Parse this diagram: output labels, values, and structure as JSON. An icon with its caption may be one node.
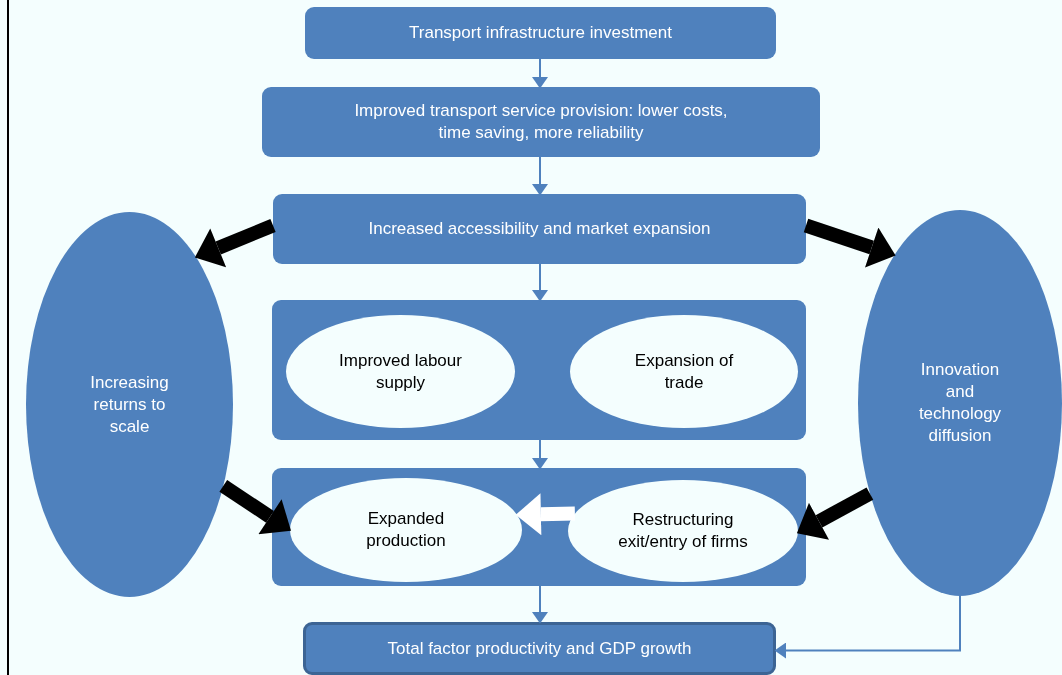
{
  "diagram": {
    "nodes": [
      {
        "text": [
          "Transport infrastructure investment"
        ]
      },
      {
        "text": [
          "Improved transport service provision: lower costs, time saving, more reliability"
        ]
      },
      {
        "text": [
          "Increased accessibility and market expansion"
        ]
      },
      {
        "text": [],
        "shape": "box"
      },
      {
        "text": [
          "Improved labour supply"
        ],
        "in": 3
      },
      {
        "text": [
          "Expansion of trade"
        ],
        "in": 3
      },
      {
        "text": [],
        "shape": "box"
      },
      {
        "text": [
          "Expanded production"
        ],
        "in": 6
      },
      {
        "text": [
          "Restructuring exit/entry of firms"
        ],
        "in": 6
      },
      {
        "text": [
          "Increasing returns to scale"
        ]
      },
      {
        "text": [
          "Innovation and technology diffusion"
        ]
      },
      {
        "text": [
          "Total factor productivity and GDP growth"
        ]
      }
    ],
    "edges": [
      {
        "from": 0,
        "to": 1,
        "arrow": "to"
      },
      {
        "from": 1,
        "to": 2,
        "arrow": "to"
      },
      {
        "from": 2,
        "to": 3,
        "arrow": "to"
      },
      {
        "from": 3,
        "to": 6,
        "arrow": "to"
      },
      {
        "from": 6,
        "to": 11,
        "arrow": "to"
      },
      {
        "from": 10,
        "to": 11,
        "arrow": "to"
      },
      {
        "from": 2,
        "to": 9,
        "arrow": "to",
        "style": "thick",
        "color": "#000000"
      },
      {
        "from": 2,
        "to": 10,
        "arrow": "to",
        "style": "thick",
        "color": "#000000"
      },
      {
        "from": 9,
        "to": 7,
        "arrow": "to",
        "style": "thick",
        "color": "#000000"
      },
      {
        "from": 10,
        "to": 8,
        "arrow": "to",
        "style": "thick",
        "color": "#000000"
      },
      {
        "from": 8,
        "to": 7,
        "arrow": "to",
        "style": "thick",
        "color": "#ffffff"
      }
    ]
  }
}
